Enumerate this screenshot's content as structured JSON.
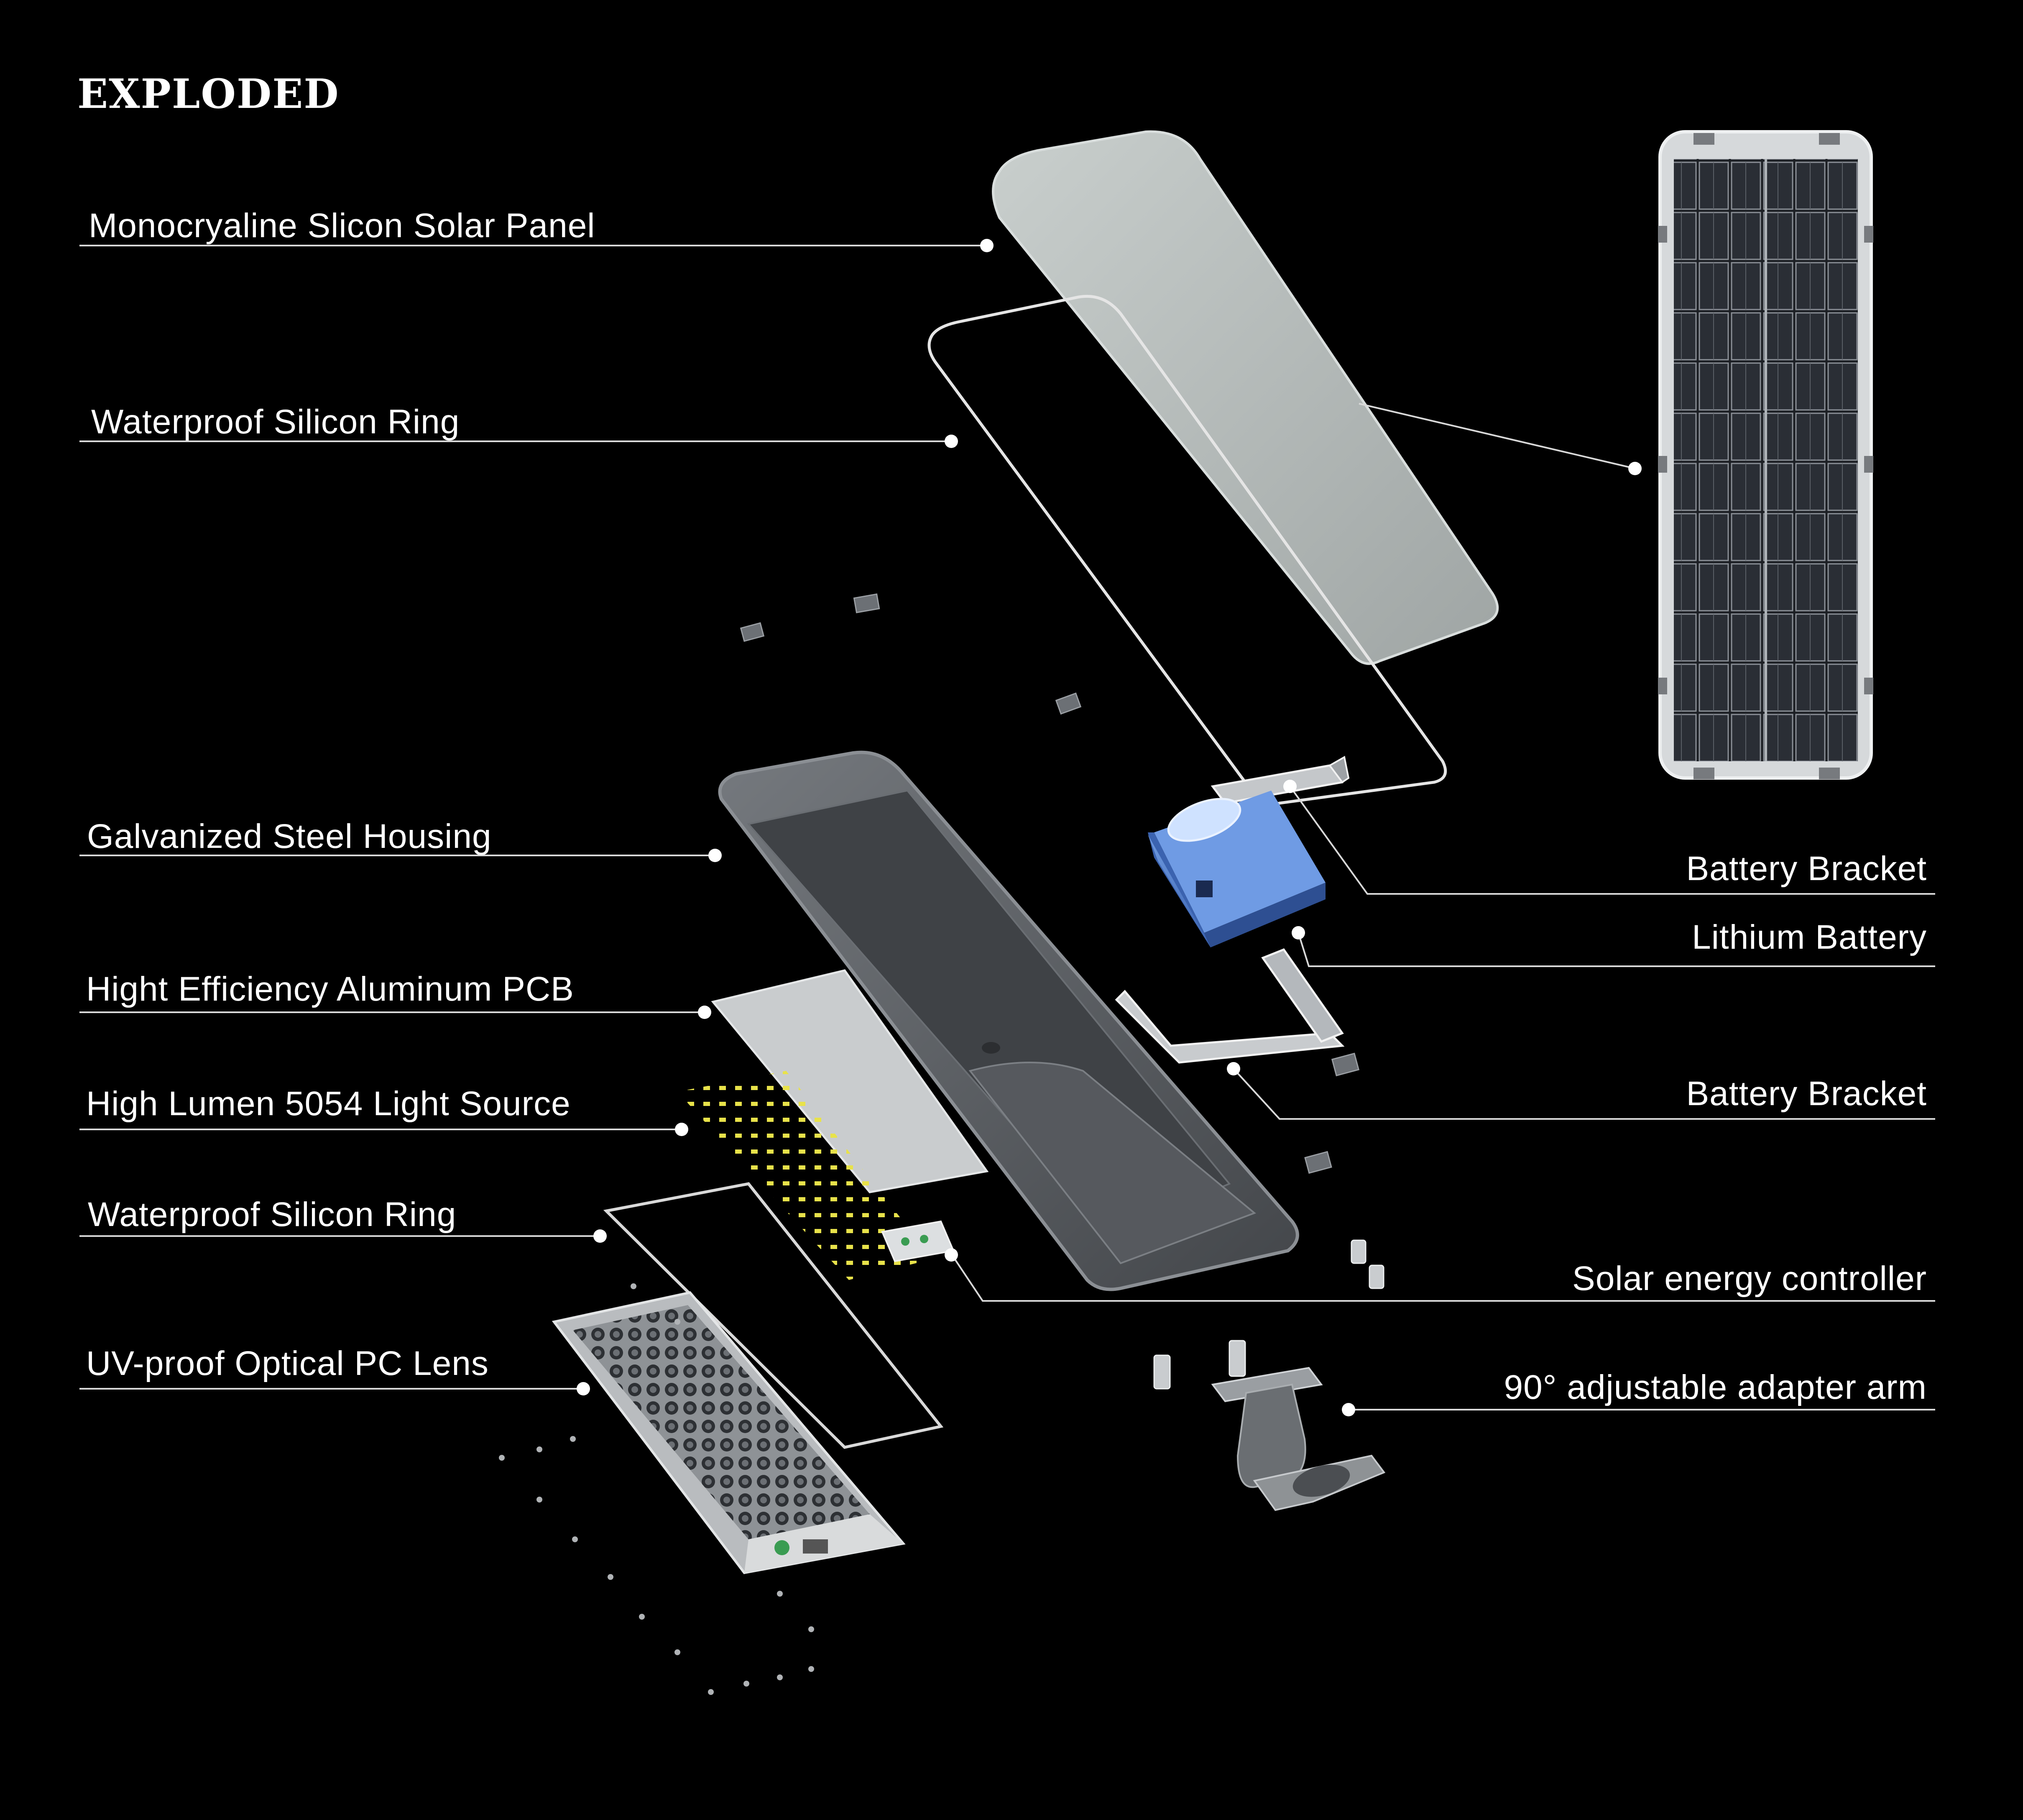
{
  "heading": "EXPLODED",
  "labels": {
    "solar_panel": "Monocryaline Slicon Solar Panel",
    "silicon_ring_top": "Waterproof Silicon Ring",
    "housing": "Galvanized Steel Housing",
    "pcb": "Hight Efficiency Aluminum PCB",
    "light_source": "High Lumen 5054 Light Source",
    "silicon_ring_bottom": "Waterproof Silicon Ring",
    "lens": "UV-proof Optical PC Lens",
    "battery_bracket_top": "Battery Bracket",
    "lithium_battery": "Lithium Battery",
    "battery_bracket_bottom": "Battery Bracket",
    "controller": "Solar energy controller",
    "adapter_arm": "90° adjustable adapter arm"
  },
  "colors": {
    "background": "#000000",
    "text": "#ffffff",
    "leader_line": "#d8d8d8",
    "panel": "#b9bebd",
    "battery": "#4f7fd0",
    "housing": "#5b5e63",
    "led": "#e6e04a"
  }
}
